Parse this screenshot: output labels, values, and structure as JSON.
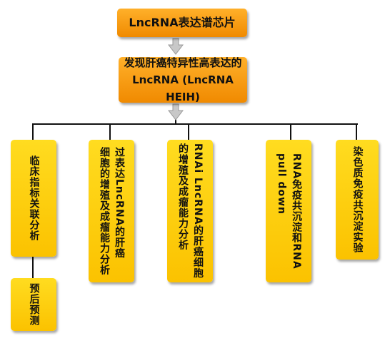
{
  "top": {
    "label": "LncRNA表达谱芯片"
  },
  "second": {
    "line1": "发现肝癌特异性高表达的",
    "line2": "LncRNA (LncRNA HEIH)"
  },
  "branches": [
    {
      "label": "临床指标关联分析"
    },
    {
      "col1": "过表达LncRNA的肝癌",
      "col2": "细胞的增殖及成瘤能力分析"
    },
    {
      "col1": "RNAi LncRNA的肝癌细胞",
      "col2": "的增殖及成瘤能力分析"
    },
    {
      "col1": "RNA免疫共沉淀和RNA",
      "col2": "pull down"
    },
    {
      "label": "染色质免疫共沉淀实验"
    }
  ],
  "sub": {
    "label": "预后预测"
  },
  "colors": {
    "top_fill": "#f59a10",
    "second_fill": "#f59a10",
    "branch_fill": "#fcc800",
    "line": "#111111",
    "arrow": "#c8c8c8"
  }
}
